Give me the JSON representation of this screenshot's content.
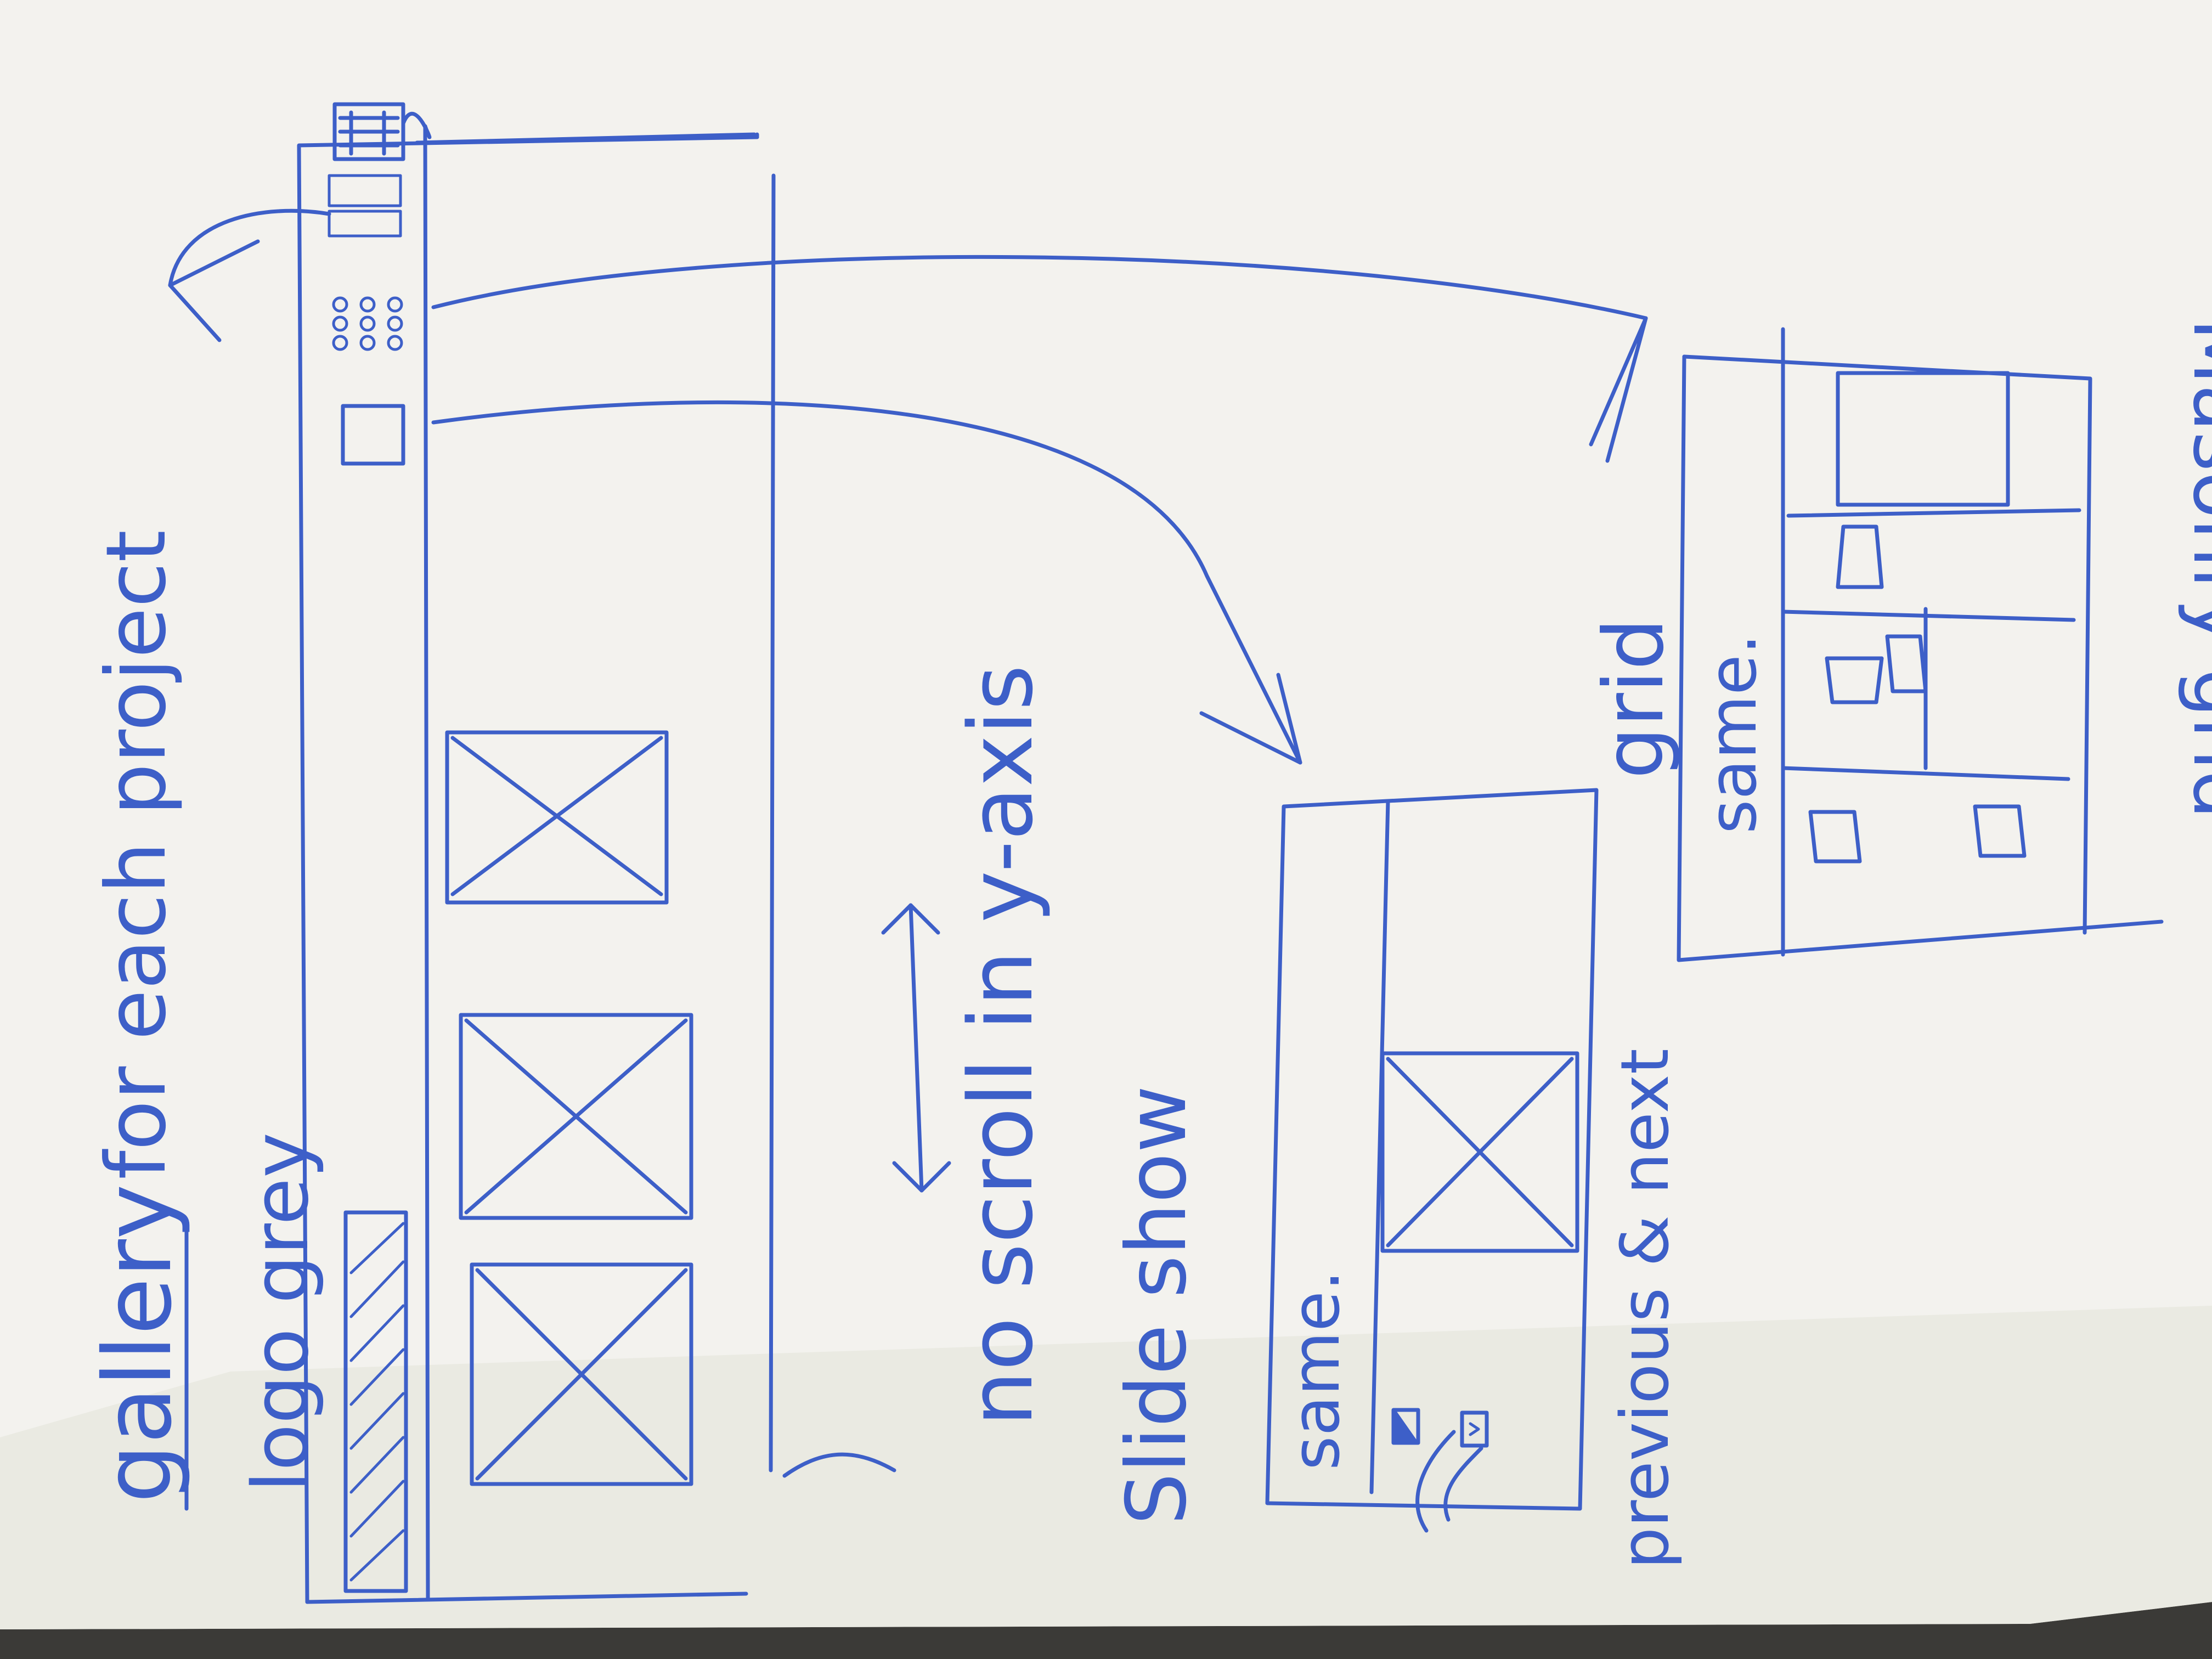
{
  "notes": {
    "title": "gallery",
    "subtitle": "for each project",
    "logo_note": "logo grey",
    "scroll_note": "no scroll in y-axis",
    "slideshow_label": "Slide show",
    "slideshow_same": "same.",
    "slideshow_nav": "previous & next",
    "grid_label": "grid",
    "grid_same": "same.",
    "masonry_label": "Masonry grid"
  },
  "colors": {
    "paper": "#f3f2ee",
    "ink": "#3d5fc8",
    "shadow": "#3b3a37"
  },
  "icons": {
    "view_toggle_slideshow": "square-icon",
    "view_toggle_grid": "dot-grid-icon",
    "view_toggle_masonry": "masonry-icon",
    "menu": "hamburger-menu-icon",
    "image_placeholder": "crossed-box-icon"
  }
}
